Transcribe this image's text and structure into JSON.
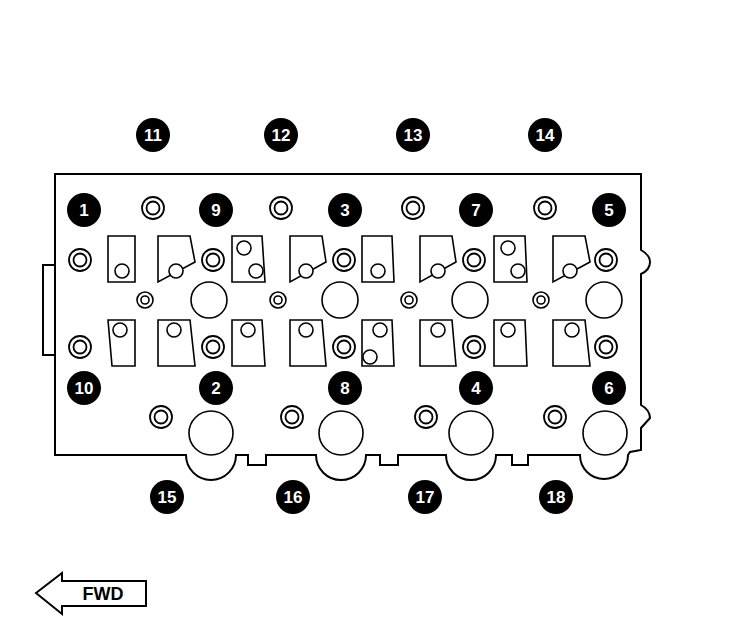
{
  "diagram": {
    "labels": [
      "11",
      "12",
      "13",
      "14",
      "1",
      "9",
      "3",
      "7",
      "5",
      "10",
      "2",
      "8",
      "4",
      "6",
      "15",
      "16",
      "17",
      "18",
      "FWD"
    ]
  }
}
